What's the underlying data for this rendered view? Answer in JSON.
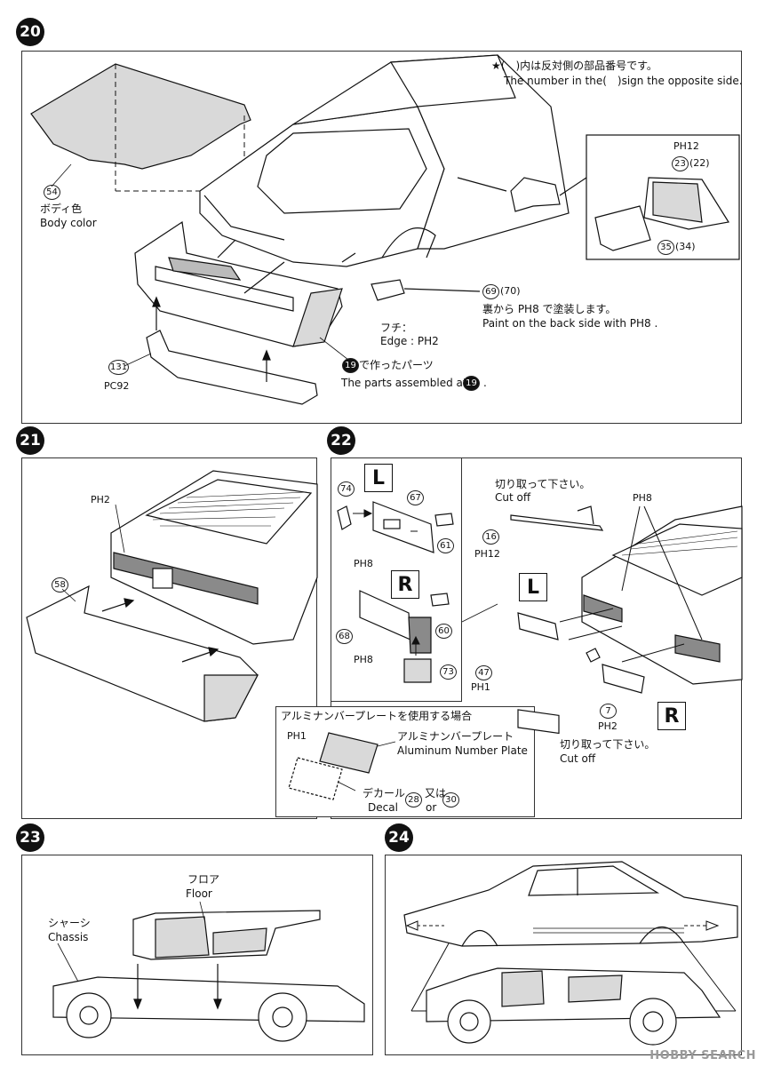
{
  "steps": [
    {
      "num": "20"
    },
    {
      "num": "21"
    },
    {
      "num": "22"
    },
    {
      "num": "23"
    },
    {
      "num": "24"
    }
  ],
  "step20": {
    "note_jp": "★(　)内は反対側の部品番号です。",
    "note_en": "The number in the(　)sign the opposite side.",
    "part54": "54",
    "body_color_jp": "ボディ色",
    "body_color_en": "Body color",
    "mirror_paint": "PH12",
    "part23": "23",
    "part22": "(22)",
    "part35": "35",
    "part34": "(34)",
    "part69": "69",
    "part70": "(70)",
    "back_paint_jp": "裏から PH8 で塗装します。",
    "back_paint_en": "Paint on the back side with PH8 .",
    "edge_jp": "フチ：",
    "edge_en": "Edge : PH2",
    "part131": "131",
    "pc92": "PC92",
    "assembled_jp": "で作ったパーツ",
    "assembled_en": "The parts assembled at",
    "ref19": "19",
    "dot": "."
  },
  "step21": {
    "paint": "PH2",
    "part58": "58"
  },
  "step22": {
    "L": "L",
    "R": "R",
    "part74": "74",
    "part67": "67",
    "part61": "61",
    "ph8a": "PH8",
    "part68": "68",
    "part60": "60",
    "ph8b": "PH8",
    "part73": "73",
    "cutoff_jp_1": "切り取って下さい。",
    "cutoff_en_1": "Cut off",
    "part16": "16",
    "ph12": "PH12",
    "ph8c": "PH8",
    "part47": "47",
    "ph1": "PH1",
    "part7": "7",
    "ph2": "PH2",
    "cutoff_jp_2": "切り取って下さい。",
    "cutoff_en_2": "Cut off",
    "alu_header": "アルミナンバープレートを使用する場合",
    "alu_ph1": "PH1",
    "alu_name_jp": "アルミナンバープレート",
    "alu_name_en": "Aluminum Number Plate",
    "decal_jp": "デカール",
    "decal_en": "Decal",
    "decal_28": "28",
    "decal_or_jp": "又は",
    "decal_or_en": "or",
    "decal_30": "30"
  },
  "step23": {
    "floor_jp": "フロア",
    "floor_en": "Floor",
    "chassis_jp": "シャーシ",
    "chassis_en": "Chassis"
  },
  "watermark": "HOBBY SEARCH",
  "colors": {
    "ink": "#111111",
    "tone": "#d9d9d9",
    "tail": "#8a8a8a"
  }
}
